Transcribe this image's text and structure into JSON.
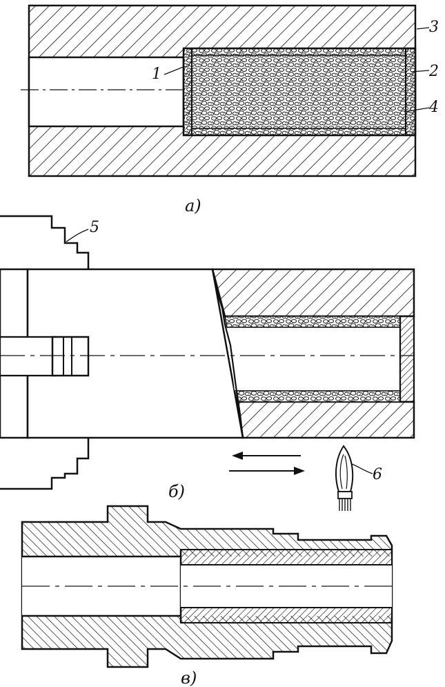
{
  "panel_a": {
    "caption": "а)",
    "labels": {
      "l1": "1",
      "l2": "2",
      "l3": "3",
      "l4": "4"
    }
  },
  "panel_b": {
    "caption": "б)",
    "labels": {
      "l5": "5",
      "l6": "6"
    }
  },
  "panel_c": {
    "caption": "в)"
  }
}
